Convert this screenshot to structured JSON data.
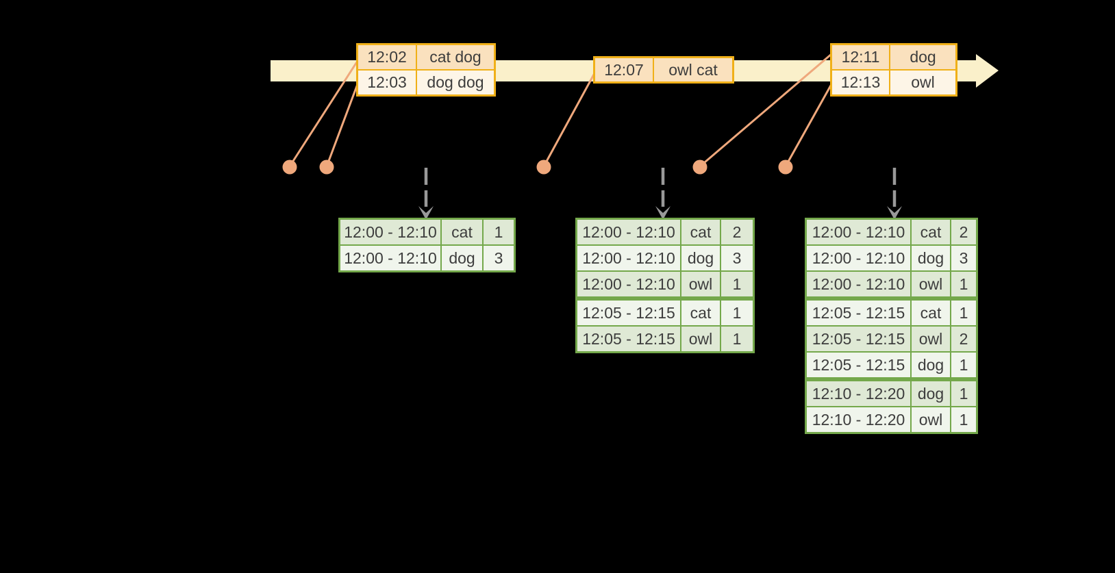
{
  "colors": {
    "background": "#000000",
    "timeline": "#FAF0CA",
    "event_border": "#F0B018",
    "event_dark": "#FAE1BE",
    "event_light": "#FDF5E7",
    "marker": "#EFA87C",
    "trigger_gray": "#999999",
    "result_border": "#74A84B",
    "result_dark": "#DFE9D5",
    "result_light": "#F0F5EC",
    "text": "#3D3D3D"
  },
  "icons": {
    "timeline_arrowhead": "right-block-arrow",
    "trigger_arrow": "dashed-down-arrow",
    "event_marker": "filled-circle"
  },
  "event_tables": [
    {
      "rows": [
        {
          "time": "12:02",
          "words": "cat dog"
        },
        {
          "time": "12:03",
          "words": "dog dog"
        }
      ]
    },
    {
      "rows": [
        {
          "time": "12:07",
          "words": "owl cat"
        }
      ]
    },
    {
      "rows": [
        {
          "time": "12:11",
          "words": "dog"
        },
        {
          "time": "12:13",
          "words": "owl"
        }
      ]
    }
  ],
  "result_tables": [
    {
      "rows": [
        {
          "window": "12:00 - 12:10",
          "word": "cat",
          "count": "1"
        },
        {
          "window": "12:00 - 12:10",
          "word": "dog",
          "count": "3"
        }
      ]
    },
    {
      "rows": [
        {
          "window": "12:00 - 12:10",
          "word": "cat",
          "count": "2"
        },
        {
          "window": "12:00 - 12:10",
          "word": "dog",
          "count": "3"
        },
        {
          "window": "12:00 - 12:10",
          "word": "owl",
          "count": "1"
        },
        {
          "window": "12:05 - 12:15",
          "word": "cat",
          "count": "1"
        },
        {
          "window": "12:05 - 12:15",
          "word": "owl",
          "count": "1"
        }
      ]
    },
    {
      "rows": [
        {
          "window": "12:00 - 12:10",
          "word": "cat",
          "count": "2"
        },
        {
          "window": "12:00 - 12:10",
          "word": "dog",
          "count": "3"
        },
        {
          "window": "12:00 - 12:10",
          "word": "owl",
          "count": "1"
        },
        {
          "window": "12:05 - 12:15",
          "word": "cat",
          "count": "1"
        },
        {
          "window": "12:05 - 12:15",
          "word": "owl",
          "count": "2"
        },
        {
          "window": "12:05 - 12:15",
          "word": "dog",
          "count": "1"
        },
        {
          "window": "12:10 - 12:20",
          "word": "dog",
          "count": "1"
        },
        {
          "window": "12:10 - 12:20",
          "word": "owl",
          "count": "1"
        }
      ]
    }
  ]
}
